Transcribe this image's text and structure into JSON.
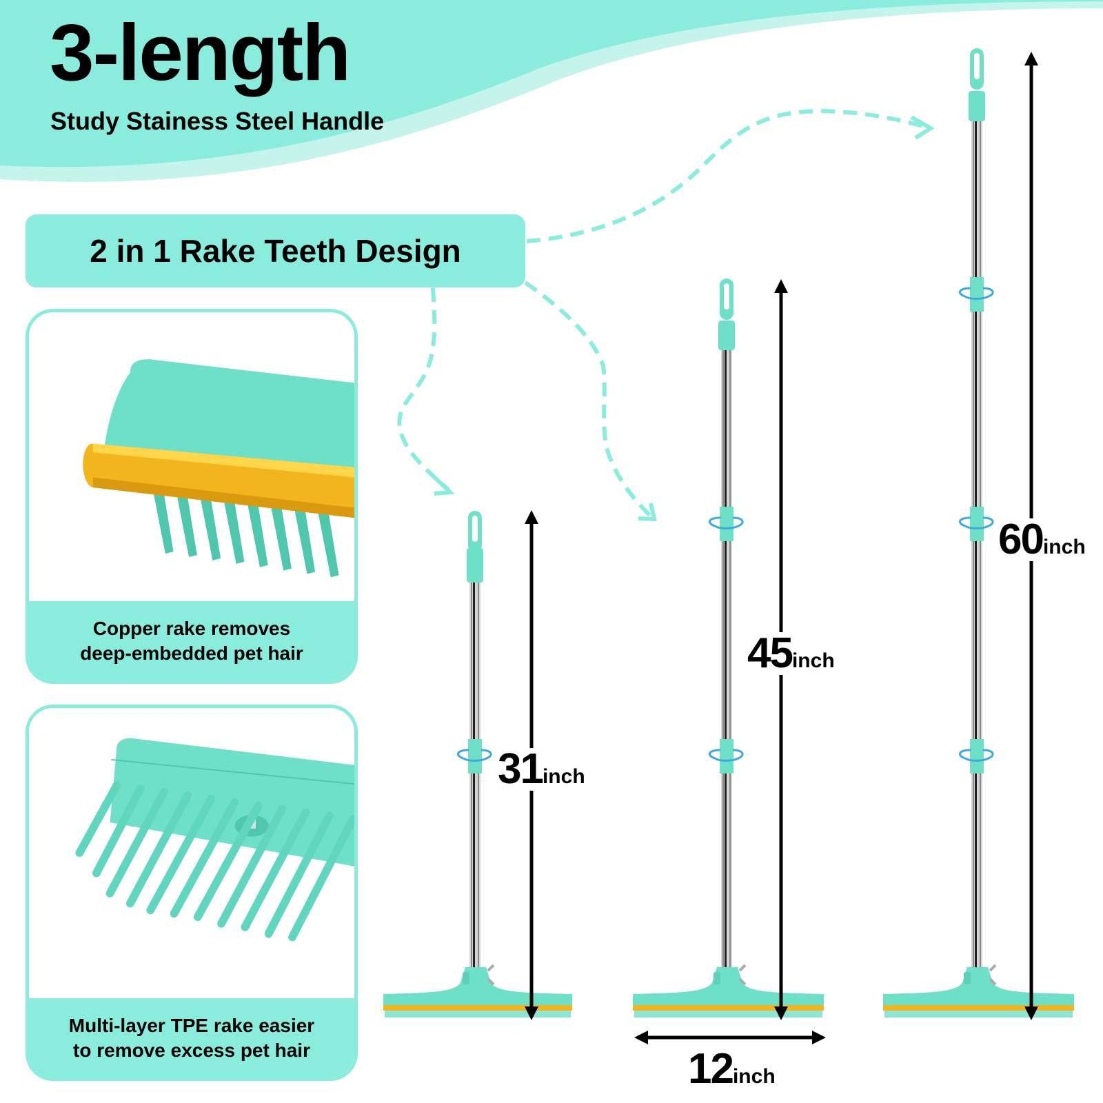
{
  "header": {
    "title": "3-length",
    "subtitle": "Study Stainess Steel Handle"
  },
  "feature_pill": {
    "label": "2 in 1 Rake Teeth Design"
  },
  "cards": [
    {
      "caption_line1": "Copper rake removes",
      "caption_line2": "deep-embedded pet hair",
      "image": "copper-rake-closeup"
    },
    {
      "caption_line1": "Multi-layer TPE rake easier",
      "caption_line2": "to remove excess pet hair",
      "image": "tpe-rake-closeup"
    }
  ],
  "lengths": [
    {
      "value": "31",
      "unit": "inch"
    },
    {
      "value": "45",
      "unit": "inch"
    },
    {
      "value": "60",
      "unit": "inch"
    }
  ],
  "width": {
    "value": "12",
    "unit": "inch"
  },
  "colors": {
    "accent": "#8aecdd",
    "accent_light": "#c4f4ec",
    "product_teal": "#6fe0c8",
    "copper": "#f2b51e",
    "rotate_arrow": "#3fa8e0",
    "text": "#000000"
  }
}
